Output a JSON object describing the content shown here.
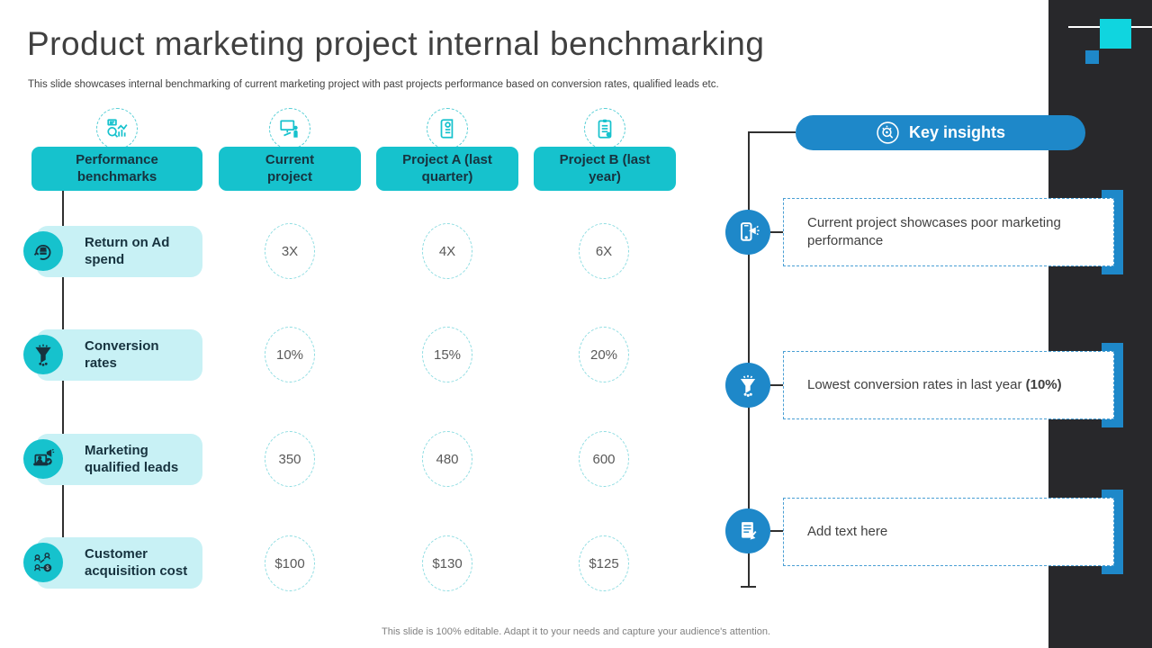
{
  "slide": {
    "title": "Product marketing project internal benchmarking",
    "subtitle": "This slide showcases internal benchmarking of current marketing project with past projects performance based on conversion rates, qualified leads etc.",
    "footer": "This slide is 100% editable. Adapt it to your needs and capture your audience's attention."
  },
  "colors": {
    "teal": "#16c2cd",
    "light_teal": "#c8f1f5",
    "blue_accent": "#1e88c9",
    "dark_panel": "#28282b",
    "dark_text": "#17333f",
    "value_text": "#595959",
    "deco_cyan": "#10d5df"
  },
  "table": {
    "columns": [
      {
        "label": "Performance benchmarks",
        "icon": "chart-magnifier-icon"
      },
      {
        "label": "Current project",
        "icon": "presentation-icon"
      },
      {
        "label": "Project A (last quarter)",
        "icon": "scroll-document-icon"
      },
      {
        "label": "Project B (last year)",
        "icon": "clipboard-icon"
      }
    ],
    "rows": [
      {
        "label": "Return on Ad spend",
        "icon": "coins-refresh-icon",
        "values": [
          "3X",
          "4X",
          "6X"
        ]
      },
      {
        "label": "Conversion rates",
        "icon": "funnel-icon",
        "values": [
          "10%",
          "15%",
          "20%"
        ]
      },
      {
        "label": "Marketing qualified leads",
        "icon": "laptop-megaphone-icon",
        "values": [
          "350",
          "480",
          "600"
        ]
      },
      {
        "label": "Customer acquisition cost",
        "icon": "people-network-icon",
        "values": [
          "$100",
          "$130",
          "$125"
        ]
      }
    ]
  },
  "insights": {
    "header": "Key insights",
    "header_icon": "magnifier-bulb-icon",
    "items": [
      {
        "text": "Current project showcases poor marketing performance",
        "bold": "",
        "icon": "phone-megaphone-icon"
      },
      {
        "text": "Lowest conversion rates in last year ",
        "bold": "(10%)",
        "icon": "funnel-spark-icon"
      },
      {
        "text": "Add text here",
        "bold": "",
        "icon": "document-pencil-icon"
      }
    ]
  }
}
